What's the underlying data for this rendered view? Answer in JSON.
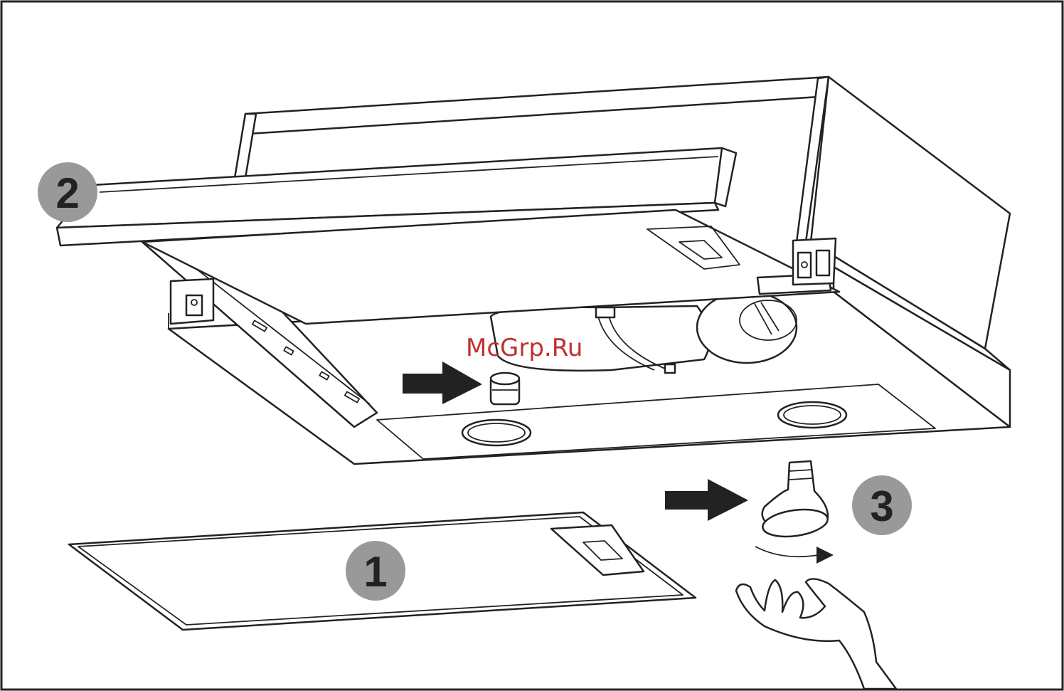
{
  "diagram": {
    "steps": [
      {
        "id": "step-1",
        "label": "1"
      },
      {
        "id": "step-2",
        "label": "2"
      },
      {
        "id": "step-3",
        "label": "3"
      }
    ],
    "watermark": "McGrp.Ru",
    "colors": {
      "stroke": "#222222",
      "badge_fill": "#999999",
      "watermark": "#c03030",
      "background": "#ffffff"
    }
  }
}
